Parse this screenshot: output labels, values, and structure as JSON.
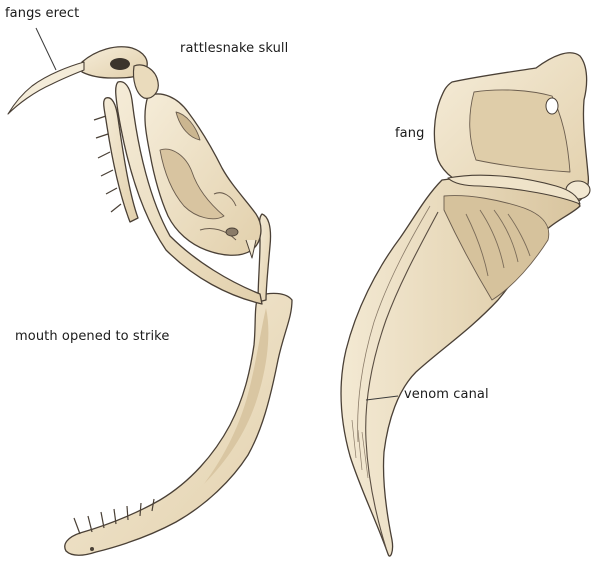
{
  "labels": {
    "fangs_erect": "fangs erect",
    "skull": "rattlesnake skull",
    "fang": "fang",
    "mouth": "mouth opened to strike",
    "venom_canal": "venom canal"
  },
  "colors": {
    "bone": "#efe3c9",
    "bone_shade": "#e4d3b1",
    "bone_dark": "#c9b48e",
    "outline": "#4a4036",
    "line": "#3a3a3a"
  }
}
